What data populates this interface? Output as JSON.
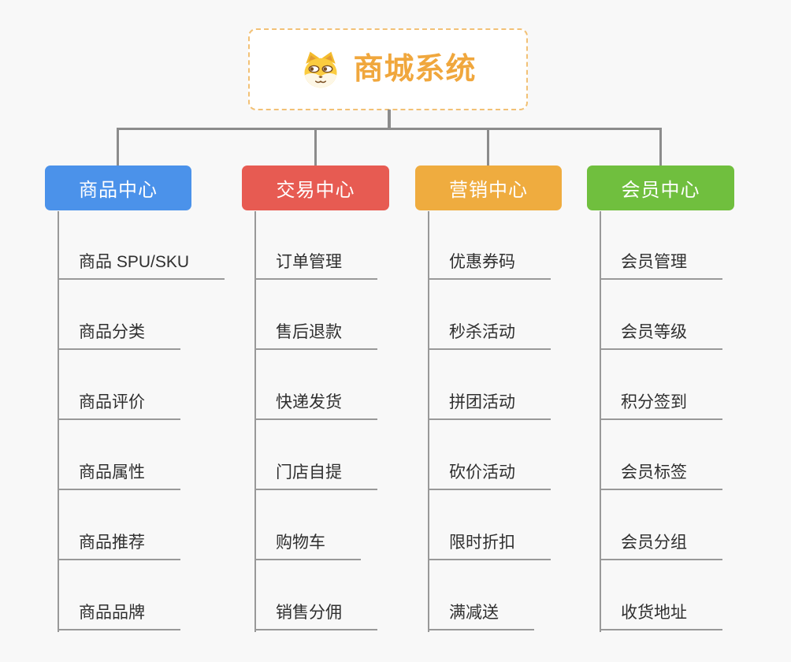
{
  "root": {
    "title": "商城系统",
    "icon": "dog-face-icon",
    "title_color": "#f0a73d",
    "border_color": "#f2c176"
  },
  "connector_color": "#8c8c8c",
  "branches": [
    {
      "label": "商品中心",
      "color": "#4b92ea",
      "items": [
        "商品 SPU/SKU",
        "商品分类",
        "商品评价",
        "商品属性",
        "商品推荐",
        "商品品牌"
      ]
    },
    {
      "label": "交易中心",
      "color": "#e75b52",
      "items": [
        "订单管理",
        "售后退款",
        "快递发货",
        "门店自提",
        "购物车",
        "销售分佣"
      ]
    },
    {
      "label": "营销中心",
      "color": "#efac3f",
      "items": [
        "优惠券码",
        "秒杀活动",
        "拼团活动",
        "砍价活动",
        "限时折扣",
        "满减送"
      ]
    },
    {
      "label": "会员中心",
      "color": "#70bf3e",
      "items": [
        "会员管理",
        "会员等级",
        "积分签到",
        "会员标签",
        "会员分组",
        "收货地址"
      ]
    }
  ]
}
